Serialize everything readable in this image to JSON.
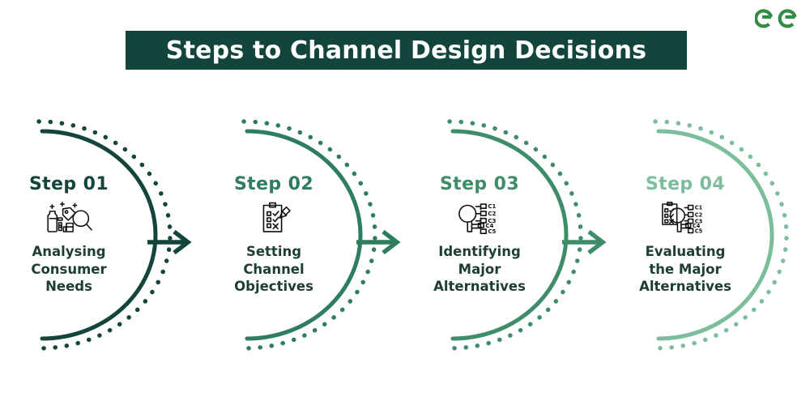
{
  "brand": {
    "logo_name": "geeksforgeeks-gg-logo",
    "logo_color": "#2f8d46"
  },
  "header": {
    "title": "Steps to Channel Design Decisions",
    "banner_color": "#14453d",
    "title_color": "#ffffff"
  },
  "colors": {
    "step_1": "#14453d",
    "step_2": "#2e7d5f",
    "step_3": "#3f8c69",
    "step_4": "#7cbd9b",
    "body_text": "#1e3d35",
    "arrow": "#14453d",
    "icon_stroke": "#000000"
  },
  "steps": [
    {
      "label": "Step 01",
      "text": "Analysing Consumer Needs",
      "text_lines": [
        "Analysing",
        "Consumer",
        "Needs"
      ],
      "icon": "consumer-research-bottles-magnifier-icon",
      "color": "#14453d"
    },
    {
      "label": "Step 02",
      "text": "Setting Channel Objectives",
      "text_lines": [
        "Setting",
        "Channel",
        "Objectives"
      ],
      "icon": "clipboard-checklist-pencil-icon",
      "color": "#2e7d5f"
    },
    {
      "label": "Step 03",
      "text": "Identifying Major Alternatives",
      "text_lines": [
        "Identifying",
        "Major",
        "Alternatives"
      ],
      "icon": "magnifier-options-c1-c5-icon",
      "color": "#3f8c69",
      "option_labels": [
        "C1",
        "C2",
        "C3",
        "C4",
        "C5"
      ]
    },
    {
      "label": "Step 04",
      "text": "Evaluating the Major Alternatives",
      "text_lines": [
        "Evaluating",
        "the Major",
        "Alternatives"
      ],
      "icon": "clipboard-magnifier-options-c1-c5-icon",
      "color": "#7cbd9b",
      "option_labels": [
        "C1",
        "C2",
        "C3",
        "C4",
        "C5"
      ]
    }
  ],
  "connectors": [
    {
      "name": "arrow-step1-to-step2"
    },
    {
      "name": "arrow-step2-to-step3"
    },
    {
      "name": "arrow-step3-to-step4"
    }
  ]
}
